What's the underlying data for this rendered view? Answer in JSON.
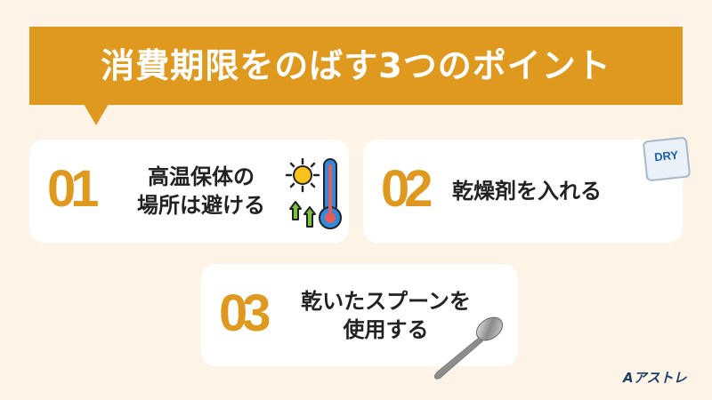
{
  "header": {
    "title": "消費期限をのばす3つのポイント"
  },
  "points": [
    {
      "number": "01",
      "line1": "高温保体の",
      "line2": "場所は避ける",
      "icon": "sun-thermometer-icon"
    },
    {
      "number": "02",
      "line1": "乾燥剤を入れる",
      "icon": "dry-packet-icon",
      "icon_text": "DRY"
    },
    {
      "number": "03",
      "line1": "乾いたスプーンを",
      "line2": "使用する",
      "icon": "spoon-icon"
    }
  ],
  "brand": {
    "logo_text": "アストレ",
    "logo_mark": "A"
  },
  "colors": {
    "accent": "#E0991F",
    "background": "#FDF4E7",
    "card": "#FFFFFF",
    "text": "#222222",
    "brand": "#1B3F66"
  }
}
